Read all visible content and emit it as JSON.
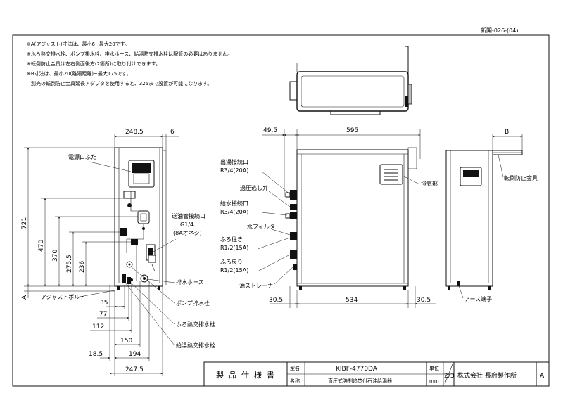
{
  "doc_number": "新開-026-(04)",
  "notes": [
    "※A(アジャスト)寸法は、最小6~最大20です。",
    "※ふろ熱交排水栓、ポンプ排水栓、排水ホース、給湯熱交排水栓は配管の必要はありません。",
    "※転倒防止金具は左右側面後方(2箇所)に取り付けできます。",
    "※B寸法は、最小20(離隔距離)~最大175です。",
    "別売の転倒防止金具延長アダプタを使用すると、325まで設置が可能になります。"
  ],
  "front_view": {
    "dims_top": [
      "248.5",
      "6"
    ],
    "dims_left": [
      "721",
      "470",
      "370",
      "275.5",
      "236"
    ],
    "dim_a": "A",
    "dims_bottom": [
      "35",
      "77",
      "112",
      "150",
      "194",
      "18.5",
      "247.5"
    ],
    "labels": {
      "power_cover": "電源口ふた",
      "oil_port_1": "送油管接続口",
      "oil_port_2": "G1/4",
      "oil_port_3": "(8Aオネジ)",
      "adjust_bolt": "アジャストボルト",
      "drain_hose": "排水ホース",
      "pump_drain": "ポンプ排水栓",
      "bath_drain": "ふろ熱交排水栓",
      "supply_drain": "給湯熱交排水栓"
    }
  },
  "side_view": {
    "dims_top": [
      "49.5",
      "595"
    ],
    "dims_bottom": [
      "30.5",
      "534",
      "30.5"
    ],
    "labels": {
      "hot_out_1": "出湯接続口",
      "hot_out_2": "R3/4(20A)",
      "relief": "過圧逃し弁",
      "water_in_1": "給水接続口",
      "water_in_2": "R3/4(20A)",
      "filter": "水フィルタ",
      "bath_out_1": "ふろ往き",
      "bath_out_2": "R1/2(15A)",
      "bath_ret_1": "ふろ戻り",
      "bath_ret_2": "R1/2(15A)",
      "oil_strainer": "油ストレーナ",
      "exhaust": "排気部"
    }
  },
  "rear_view": {
    "dim_b": "B",
    "labels": {
      "anti_tip": "転倒防止金具",
      "earth": "アース端子"
    }
  },
  "title_block": {
    "spec_title": "製品仕様書",
    "model_label": "型名",
    "model_value": "KIBF-4770DA",
    "name_label": "名称",
    "name_value": "直圧式強制追焚付石油給湯器",
    "unit_label": "単位",
    "unit_value": "mm",
    "page": "2/3",
    "company": "株式会社 長府製作所",
    "revision": "A"
  }
}
